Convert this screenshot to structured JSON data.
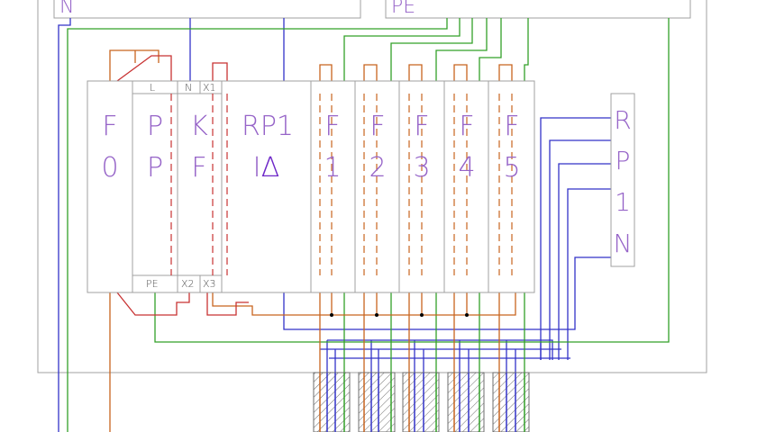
{
  "bars": {
    "n_label": "N",
    "pe_label": "PE"
  },
  "modules": [
    {
      "id": "F0",
      "line1": "F",
      "line2": "0"
    },
    {
      "id": "PP",
      "line1": "P",
      "line2": "P"
    },
    {
      "id": "KF",
      "line1": "K",
      "line2": "F"
    },
    {
      "id": "RP1",
      "line1": "RP1",
      "line2": "I",
      "symbol": "Δ"
    },
    {
      "id": "F1",
      "line1": "F",
      "line2": "1"
    },
    {
      "id": "F2",
      "line1": "F",
      "line2": "2"
    },
    {
      "id": "F3",
      "line1": "F",
      "line2": "3"
    },
    {
      "id": "F4",
      "line1": "F",
      "line2": "4"
    },
    {
      "id": "F5",
      "line1": "F",
      "line2": "5"
    }
  ],
  "terminal_labels": {
    "l": "L",
    "n": "N",
    "x1": "X1",
    "pe": "PE",
    "x2": "X2",
    "x3": "X3"
  },
  "side_block": {
    "chars": [
      "R",
      "P",
      "1",
      "N"
    ]
  },
  "colors": {
    "phase": "#c8641e",
    "neutral": "#3232c8",
    "pe": "#32a028",
    "red": "#c83232",
    "text": "#9664c8",
    "symbol": "#6e28c8",
    "frame": "#969696"
  }
}
